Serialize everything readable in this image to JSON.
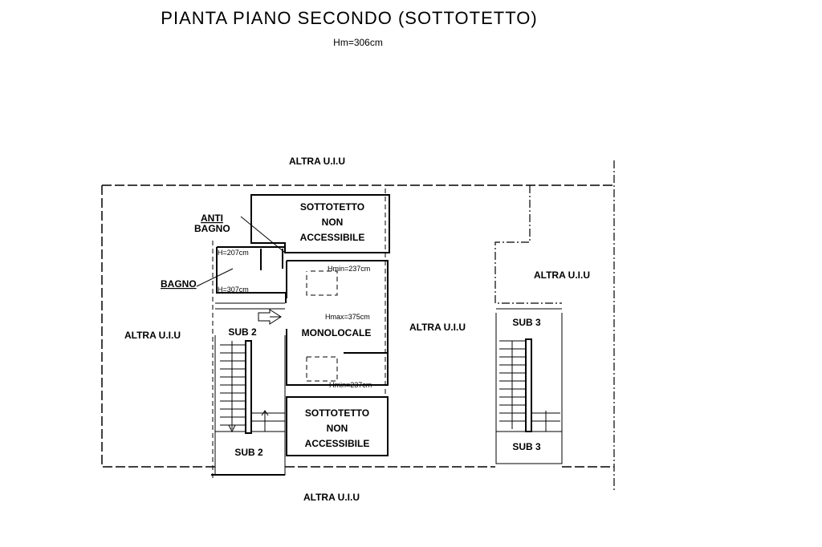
{
  "title": "PIANTA PIANO SECONDO (SOTTOTETTO)",
  "subtitle": "Hm=306cm",
  "labels": {
    "altra_top": "ALTRA U.I.U",
    "altra_left": "ALTRA U.I.U",
    "altra_center": "ALTRA U.I.U",
    "altra_right": "ALTRA U.I.U",
    "altra_bottom": "ALTRA U.I.U",
    "sottotetto_top": [
      "SOTTOTETTO",
      "NON",
      "ACCESSIBILE"
    ],
    "sottotetto_bottom": [
      "SOTTOTETTO",
      "NON",
      "ACCESSIBILE"
    ],
    "anti_bagno": [
      "ANTI",
      "BAGNO"
    ],
    "bagno": "BAGNO",
    "h_207": "H=207cm",
    "h_307": "H=307cm",
    "hmin_top": "Hmin=237cm",
    "hmax": "Hmax=375cm",
    "hmin_bottom": "Hmin=237cm",
    "monolocale": "MONOLOCALE",
    "sub2_top": "SUB 2",
    "sub2_bottom": "SUB 2",
    "sub3_top": "SUB 3",
    "sub3_bottom": "SUB 3"
  }
}
